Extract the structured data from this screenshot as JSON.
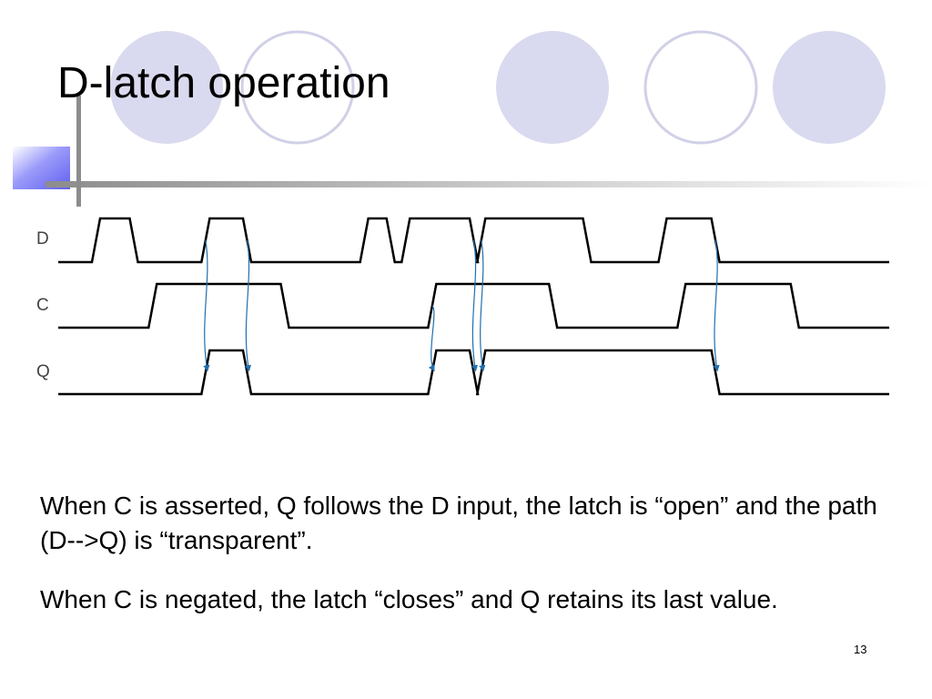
{
  "slide": {
    "title": "D-latch operation",
    "paragraphs": [
      "When C is asserted, Q follows the D input, the latch is “open” and the path (D-->Q) is “transparent”.",
      "When C is negated, the latch “closes” and Q retains its last value."
    ],
    "page_number": "13"
  },
  "timing_diagram": {
    "signals": [
      {
        "name": "D",
        "transitions": [
          [
            0.0,
            0
          ],
          [
            1.0,
            1
          ],
          [
            2.0,
            0
          ],
          [
            3.9,
            1
          ],
          [
            5.0,
            0
          ],
          [
            8.1,
            1
          ],
          [
            8.8,
            0
          ],
          [
            9.2,
            1
          ],
          [
            11.0,
            0
          ],
          [
            11.2,
            1
          ],
          [
            14.0,
            0
          ],
          [
            16.0,
            1
          ],
          [
            17.4,
            0
          ],
          [
            22.0,
            0
          ]
        ]
      },
      {
        "name": "C",
        "transitions": [
          [
            0.0,
            0
          ],
          [
            2.5,
            1
          ],
          [
            6.0,
            0
          ],
          [
            9.9,
            1
          ],
          [
            13.1,
            0
          ],
          [
            16.5,
            1
          ],
          [
            19.5,
            0
          ],
          [
            22.0,
            0
          ]
        ]
      },
      {
        "name": "Q",
        "transitions": [
          [
            0.0,
            0
          ],
          [
            3.9,
            1
          ],
          [
            5.0,
            0
          ],
          [
            9.9,
            1
          ],
          [
            11.0,
            0
          ],
          [
            11.2,
            1
          ],
          [
            17.4,
            0
          ],
          [
            22.0,
            0
          ]
        ]
      }
    ],
    "causality_arrows": [
      {
        "from": "D",
        "to": "Q",
        "t": 3.9
      },
      {
        "from": "D",
        "to": "Q",
        "t": 5.0
      },
      {
        "from": "C",
        "to": "Q",
        "t": 9.9
      },
      {
        "from": "D",
        "to": "Q",
        "t": 11.0
      },
      {
        "from": "D",
        "to": "Q",
        "t": 11.2
      },
      {
        "from": "D",
        "to": "Q",
        "t": 17.4
      }
    ],
    "colors": {
      "signal": "#000000",
      "arrow": "#1f6fb0",
      "circle_fill": "#d9d9ef",
      "circle_stroke": "#d0d0e8",
      "accent": "#8080ff"
    }
  }
}
